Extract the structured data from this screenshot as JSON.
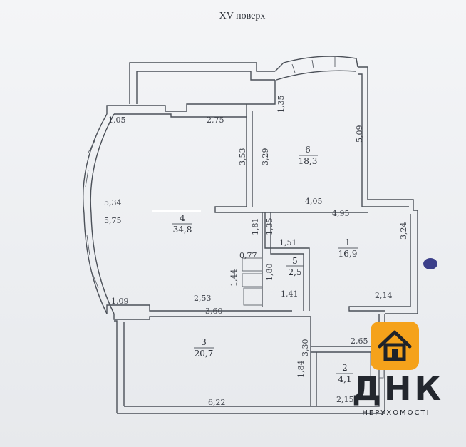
{
  "floor_title": "XV поверх",
  "rooms": [
    {
      "number": "1",
      "area": "16,9"
    },
    {
      "number": "2",
      "area": "4,1"
    },
    {
      "number": "3",
      "area": "20,7"
    },
    {
      "number": "4",
      "area": "34,8"
    },
    {
      "number": "5",
      "area": "2,5"
    },
    {
      "number": "6",
      "area": "18,3"
    }
  ],
  "dimensions": {
    "d1": "1,05",
    "d2": "2,75",
    "d3": "1,35",
    "d4": "5,09",
    "d5": "3,53",
    "d6": "3,29",
    "d7": "5,34",
    "d8": "4,05",
    "d9": "5,75",
    "d10": "4,95",
    "d11": "1,81",
    "d12": "1,35",
    "d13": "3,24",
    "d14": "1,51",
    "d15": "0,77",
    "d16": "1,44",
    "d17": "1,80",
    "d18": "1,41",
    "d19": "1,09",
    "d20": "2,53",
    "d21": "2,14",
    "d22": "3,60",
    "d23": "2,65",
    "d24": "3,30",
    "d25": "1,84",
    "d26": "2,15",
    "d27": "6,22"
  },
  "brand": {
    "name": "ДНК",
    "subtitle": "НЕРУХОМОСТІ",
    "accent_color": "#f5a21b",
    "icon": "house-icon"
  }
}
